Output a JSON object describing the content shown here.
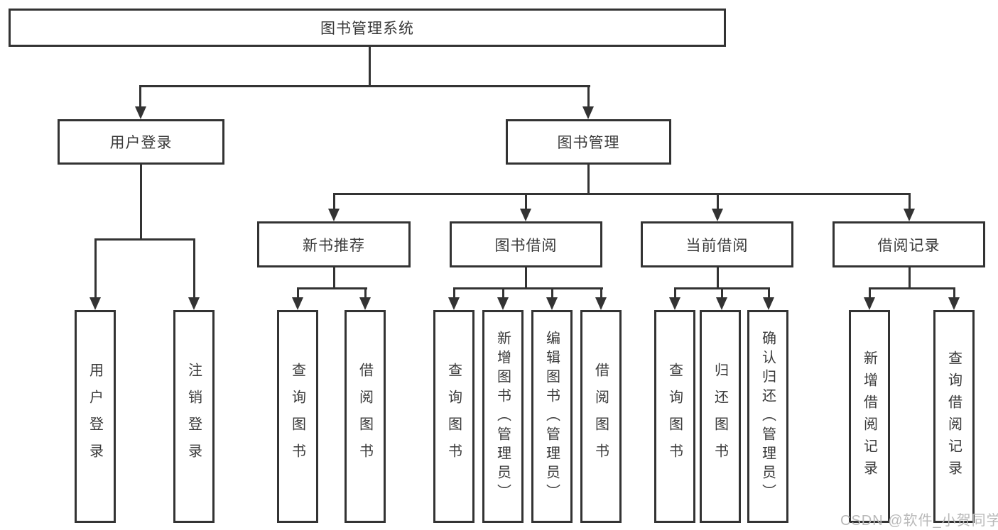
{
  "tree": {
    "root": {
      "label": "图书管理系统",
      "children": [
        {
          "label": "用户登录",
          "children": [
            {
              "label": "用户登录"
            },
            {
              "label": "注销登录"
            }
          ]
        },
        {
          "label": "图书管理",
          "children": [
            {
              "label": "新书推荐",
              "children": [
                {
                  "label": "查询图书"
                },
                {
                  "label": "借阅图书"
                }
              ]
            },
            {
              "label": "图书借阅",
              "children": [
                {
                  "label": "查询图书"
                },
                {
                  "label": "新增图书（管理员）"
                },
                {
                  "label": "编辑图书（管理员）"
                },
                {
                  "label": "借阅图书"
                }
              ]
            },
            {
              "label": "当前借阅",
              "children": [
                {
                  "label": "查询图书"
                },
                {
                  "label": "归还图书"
                },
                {
                  "label": "确认归还（管理员）"
                }
              ]
            },
            {
              "label": "借阅记录",
              "children": [
                {
                  "label": "新增借阅记录"
                },
                {
                  "label": "查询借阅记录"
                }
              ]
            }
          ]
        }
      ]
    }
  },
  "watermark": {
    "text": "CSDN @软件_小贺同学"
  },
  "colors": {
    "line": "#333333",
    "text": "#3a3a3a",
    "watermark": "#b9b9b9",
    "background": "#ffffff"
  }
}
